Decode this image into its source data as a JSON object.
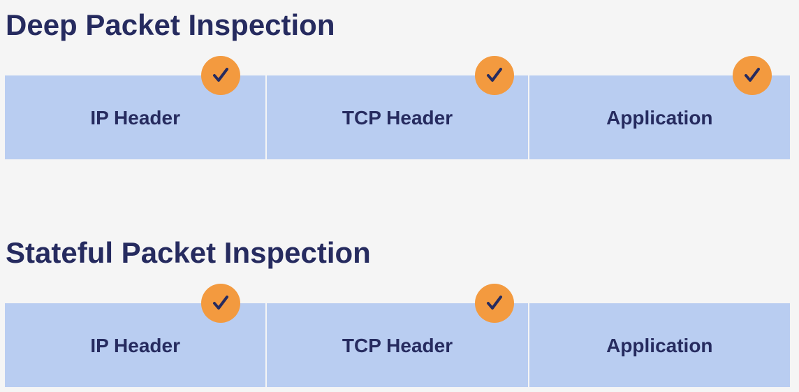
{
  "sections": [
    {
      "title": "Deep Packet Inspection",
      "layers": [
        {
          "label": "IP Header",
          "checked": true
        },
        {
          "label": "TCP Header",
          "checked": true
        },
        {
          "label": "Application",
          "checked": true
        }
      ]
    },
    {
      "title": "Stateful Packet Inspection",
      "layers": [
        {
          "label": "IP Header",
          "checked": true
        },
        {
          "label": "TCP Header",
          "checked": true
        },
        {
          "label": "Application",
          "checked": false
        }
      ]
    }
  ],
  "colors": {
    "background": "#f5f5f5",
    "title_text": "#262b5f",
    "layer_fill": "#b9cdf1",
    "check_badge": "#f39a3f",
    "check_mark": "#262b5f"
  },
  "icons": {
    "check": "checkmark-icon"
  }
}
